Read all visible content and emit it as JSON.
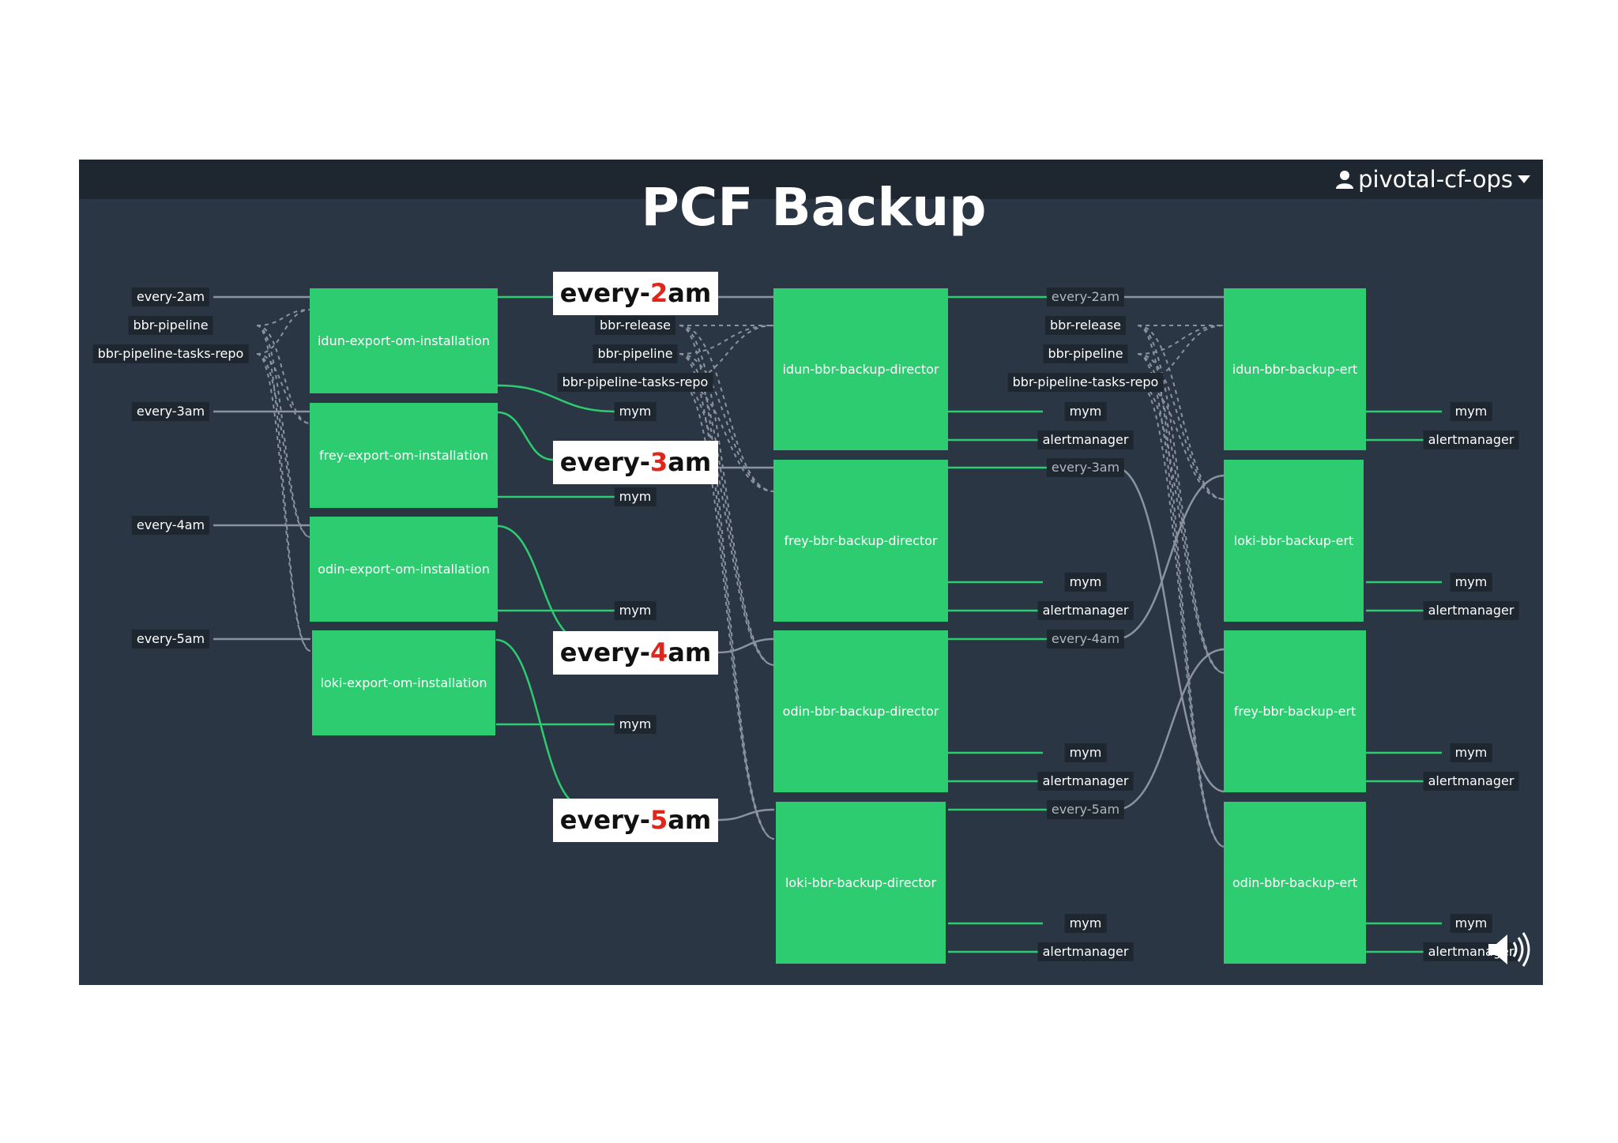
{
  "header": {
    "title": "PCF Backup",
    "user": {
      "label": "pivotal-cf-ops",
      "icon": "user-icon",
      "caret_icon": "caret-down-icon"
    }
  },
  "colors": {
    "frame_bg": "#2b3644",
    "topbar_bg": "#1e2630",
    "job_green": "#2ecc71",
    "wire_green": "#2ecc71",
    "wire_grey": "#8a939e",
    "callout_highlight": "#e0261b"
  },
  "callouts": [
    {
      "prefix": "every-",
      "highlight": "2",
      "suffix": "am"
    },
    {
      "prefix": "every-",
      "highlight": "3",
      "suffix": "am"
    },
    {
      "prefix": "every-",
      "highlight": "4",
      "suffix": "am"
    },
    {
      "prefix": "every-",
      "highlight": "5",
      "suffix": "am"
    }
  ],
  "export_jobs": [
    "idun-export-om-installation",
    "frey-export-om-installation",
    "odin-export-om-installation",
    "loki-export-om-installation"
  ],
  "director_jobs": [
    "idun-bbr-backup-director",
    "frey-bbr-backup-director",
    "odin-bbr-backup-director",
    "loki-bbr-backup-director"
  ],
  "ert_jobs": [
    "idun-bbr-backup-ert",
    "loki-bbr-backup-ert",
    "frey-bbr-backup-ert",
    "odin-bbr-backup-ert"
  ],
  "input_resources": {
    "left": [
      "every-2am",
      "bbr-pipeline",
      "bbr-pipeline-tasks-repo",
      "every-3am",
      "every-4am",
      "every-5am"
    ],
    "mid": [
      "bbr-release",
      "bbr-pipeline",
      "bbr-pipeline-tasks-repo"
    ],
    "right_triggers": [
      "every-2am",
      "every-3am",
      "every-4am",
      "every-5am"
    ],
    "right": [
      "bbr-release",
      "bbr-pipeline",
      "bbr-pipeline-tasks-repo"
    ]
  },
  "output_resources": {
    "mym": "mym",
    "alertmanager": "alertmanager"
  },
  "overlay": {
    "speaker_icon": "speaker-icon"
  }
}
